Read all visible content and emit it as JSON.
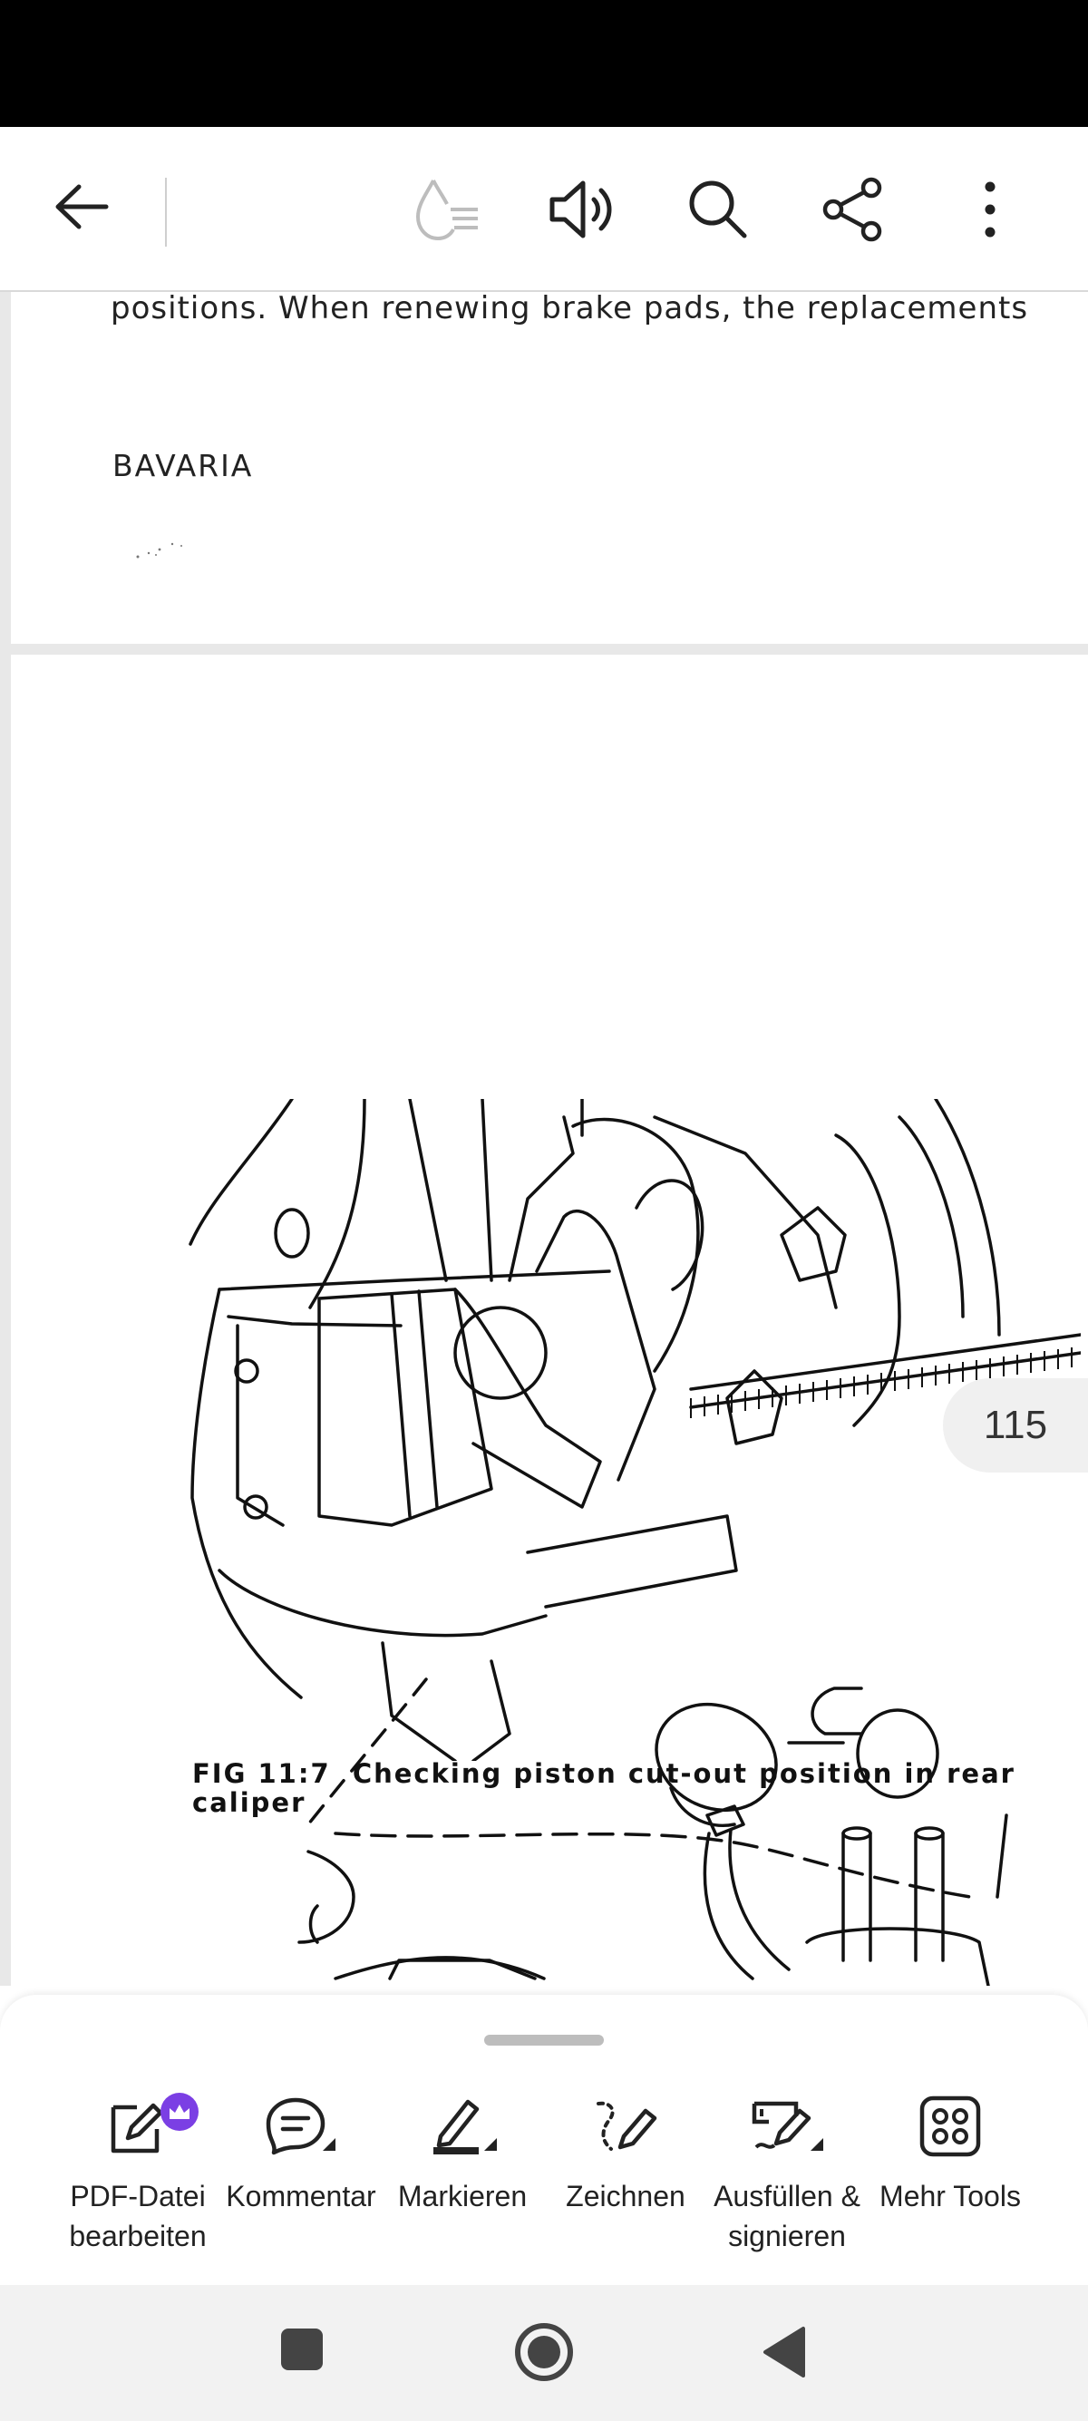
{
  "app_bar": {
    "back_icon": "arrow-left-icon",
    "liquid_mode_icon": "liquid-mode-icon",
    "read_aloud_icon": "speaker-icon",
    "search_icon": "search-icon",
    "share_icon": "share-icon",
    "more_icon": "more-vertical-icon"
  },
  "document": {
    "page1_text_line": "positions. When renewing brake pads, the replacements",
    "page1_footer": "BAVARIA",
    "figure_caption_line1": "FIG 11:7  Checking piston cut-out position in rear",
    "figure_caption_line2": "caliper",
    "page_number": "115"
  },
  "toolbar": {
    "items": [
      {
        "label": "PDF-Datei\nbearbeiten",
        "icon": "edit-pdf-icon",
        "premium": true
      },
      {
        "label": "Kommentar",
        "icon": "comment-icon"
      },
      {
        "label": "Markieren",
        "icon": "highlight-icon"
      },
      {
        "label": "Zeichnen",
        "icon": "draw-icon"
      },
      {
        "label": "Ausfüllen &\nsignieren",
        "icon": "fill-sign-icon"
      },
      {
        "label": "Mehr Tools",
        "icon": "grid-icon"
      }
    ]
  },
  "nav_bar": {
    "recents_icon": "square-icon",
    "home_icon": "circle-icon",
    "back_icon": "triangle-back-icon"
  },
  "colors": {
    "premium_badge": "#7b3fe4",
    "status_bar": "#000000",
    "nav_bar": "#f2f2f2"
  }
}
